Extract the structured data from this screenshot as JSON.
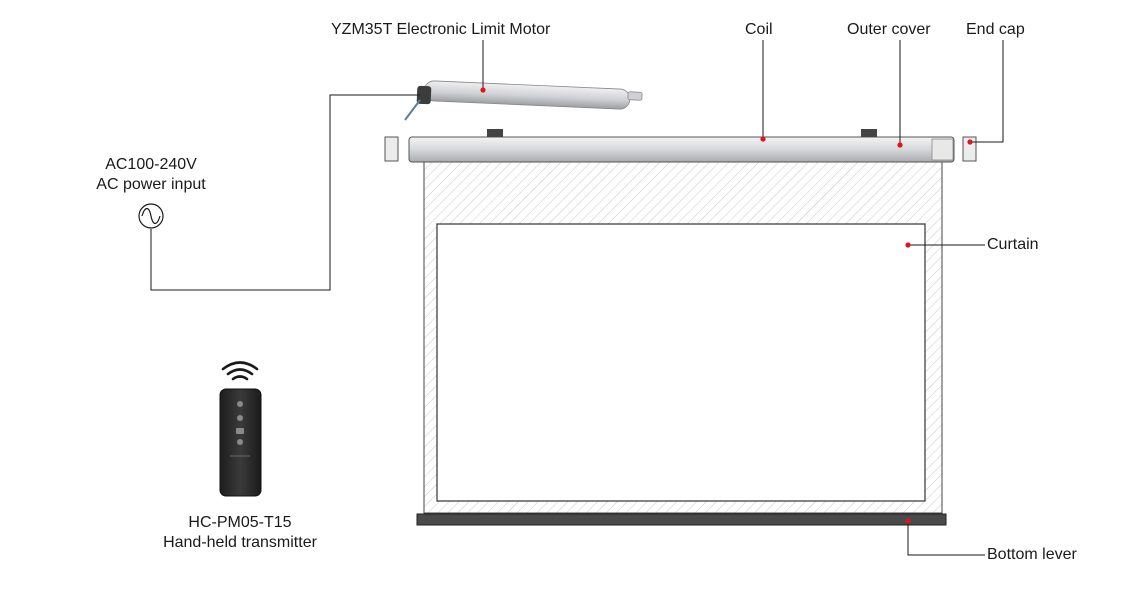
{
  "labels": {
    "motor": "YZM35T Electronic Limit Motor",
    "coil": "Coil",
    "outer_cover": "Outer cover",
    "end_cap": "End cap",
    "curtain": "Curtain",
    "bottom_lever": "Bottom lever",
    "power_line1": "AC100-240V",
    "power_line2": "AC power input",
    "transmitter_line1": "HC-PM05-T15",
    "transmitter_line2": "Hand-held transmitter"
  },
  "colors": {
    "line": "#1a1a1a",
    "marker": "#e0151b",
    "tube": "#d9dadc",
    "hatch": "#c9c9c9",
    "bottom_bar": "#4a4a4a",
    "remote_body": "#2b2b2b"
  },
  "icons": {
    "power": "ac-sine-wave-icon",
    "wireless": "wifi-signal-icon"
  }
}
